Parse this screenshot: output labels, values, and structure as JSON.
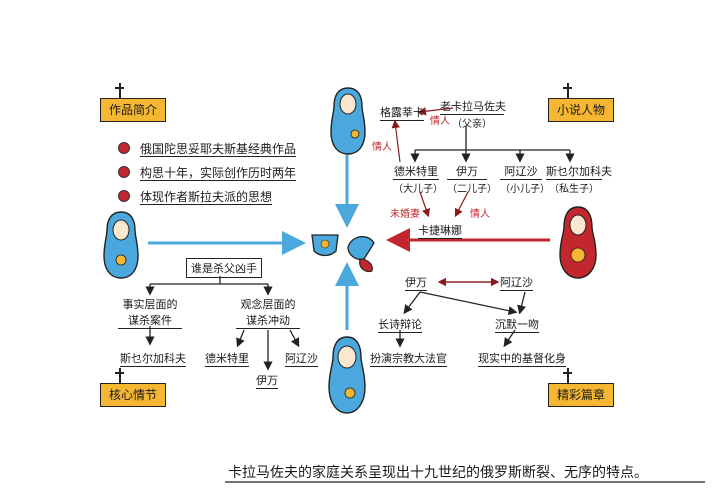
{
  "tags": {
    "intro": "作品简介",
    "characters": "小说人物",
    "core_plot": "核心情节",
    "highlights": "精彩篇章"
  },
  "intro_lines": [
    "俄国陀思妥耶夫斯基经典作品",
    "构思十年，实际创作历时两年",
    "体现作者斯拉夫派的思想"
  ],
  "characters": {
    "father_name": "老卡拉马佐夫",
    "father_note": "（父亲）",
    "grushenka": "格露莘卡",
    "lover1": "情人",
    "lover2": "情人",
    "lover3": "情人",
    "fiancee": "未婚妻",
    "katerina": "卡捷琳娜",
    "sons": [
      {
        "name": "德米特里",
        "note": "（大儿子）"
      },
      {
        "name": "伊万",
        "note": "（二儿子）"
      },
      {
        "name": "阿辽沙",
        "note": "（小儿子）"
      },
      {
        "name": "斯乜尔加科夫",
        "note": "（私生子）"
      }
    ]
  },
  "plot": {
    "question": "谁是杀父凶手",
    "fact_level": "事实层面的",
    "fact_level2": "谋杀案件",
    "fact_result": "斯乜尔加科夫",
    "idea_level": "观念层面的",
    "idea_level2": "谋杀冲动",
    "idea_a": "德米特里",
    "idea_b": "伊万",
    "idea_c": "阿辽沙"
  },
  "highlights": {
    "ivan": "伊万",
    "alyosha": "阿辽沙",
    "ivan_act": "长诗辩论",
    "alyosha_act": "沉默一吻",
    "ivan_role": "扮演宗教大法官",
    "alyosha_role": "现实中的基督化身"
  },
  "caption": "卡拉马佐夫的家庭关系呈现出十九世纪的俄罗斯断裂、无序的特点。",
  "colors": {
    "accent_yellow": "#f5b731",
    "blue": "#4aa8dc",
    "red": "#c1272d",
    "dark_red": "#8b1a1a"
  }
}
